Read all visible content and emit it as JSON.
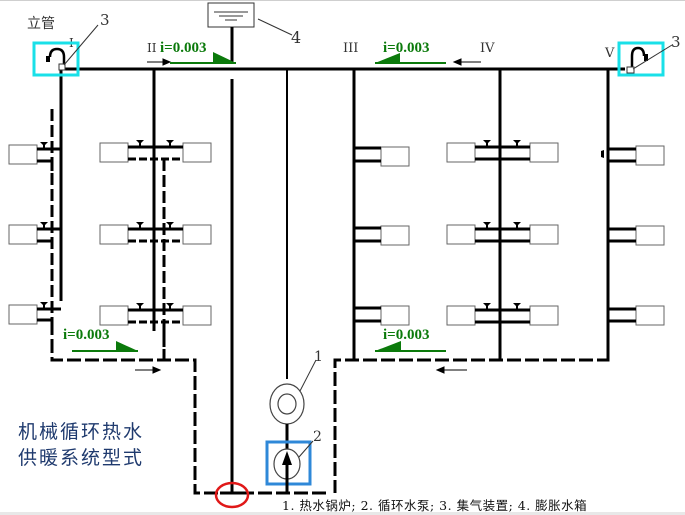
{
  "diagram": {
    "title_lines": [
      "机械循环热水",
      "供暖系统型式"
    ],
    "riser_label": "立管",
    "riser_numerals": [
      "I",
      "II",
      "III",
      "IV",
      "V"
    ],
    "slope_labels": {
      "top_left": "i=0.003",
      "top_right": "i=0.003",
      "bottom_left": "i=0.003",
      "bottom_right": "i=0.003"
    },
    "callouts": {
      "boiler": "1",
      "pump": "2",
      "air_vent_left": "3",
      "air_vent_right": "3",
      "expansion_tank": "4"
    },
    "legend": "1. 热水锅炉; 2. 循环水泵; 3. 集气装置; 4. 膨胀水箱",
    "colors": {
      "pipe": "#000000",
      "slope_green": "#0b7a0b",
      "highlight_cyan": "#19e0e8",
      "highlight_blue": "#2f88d8",
      "highlight_red": "#e01818",
      "title_blue": "#1f3a6e"
    }
  }
}
